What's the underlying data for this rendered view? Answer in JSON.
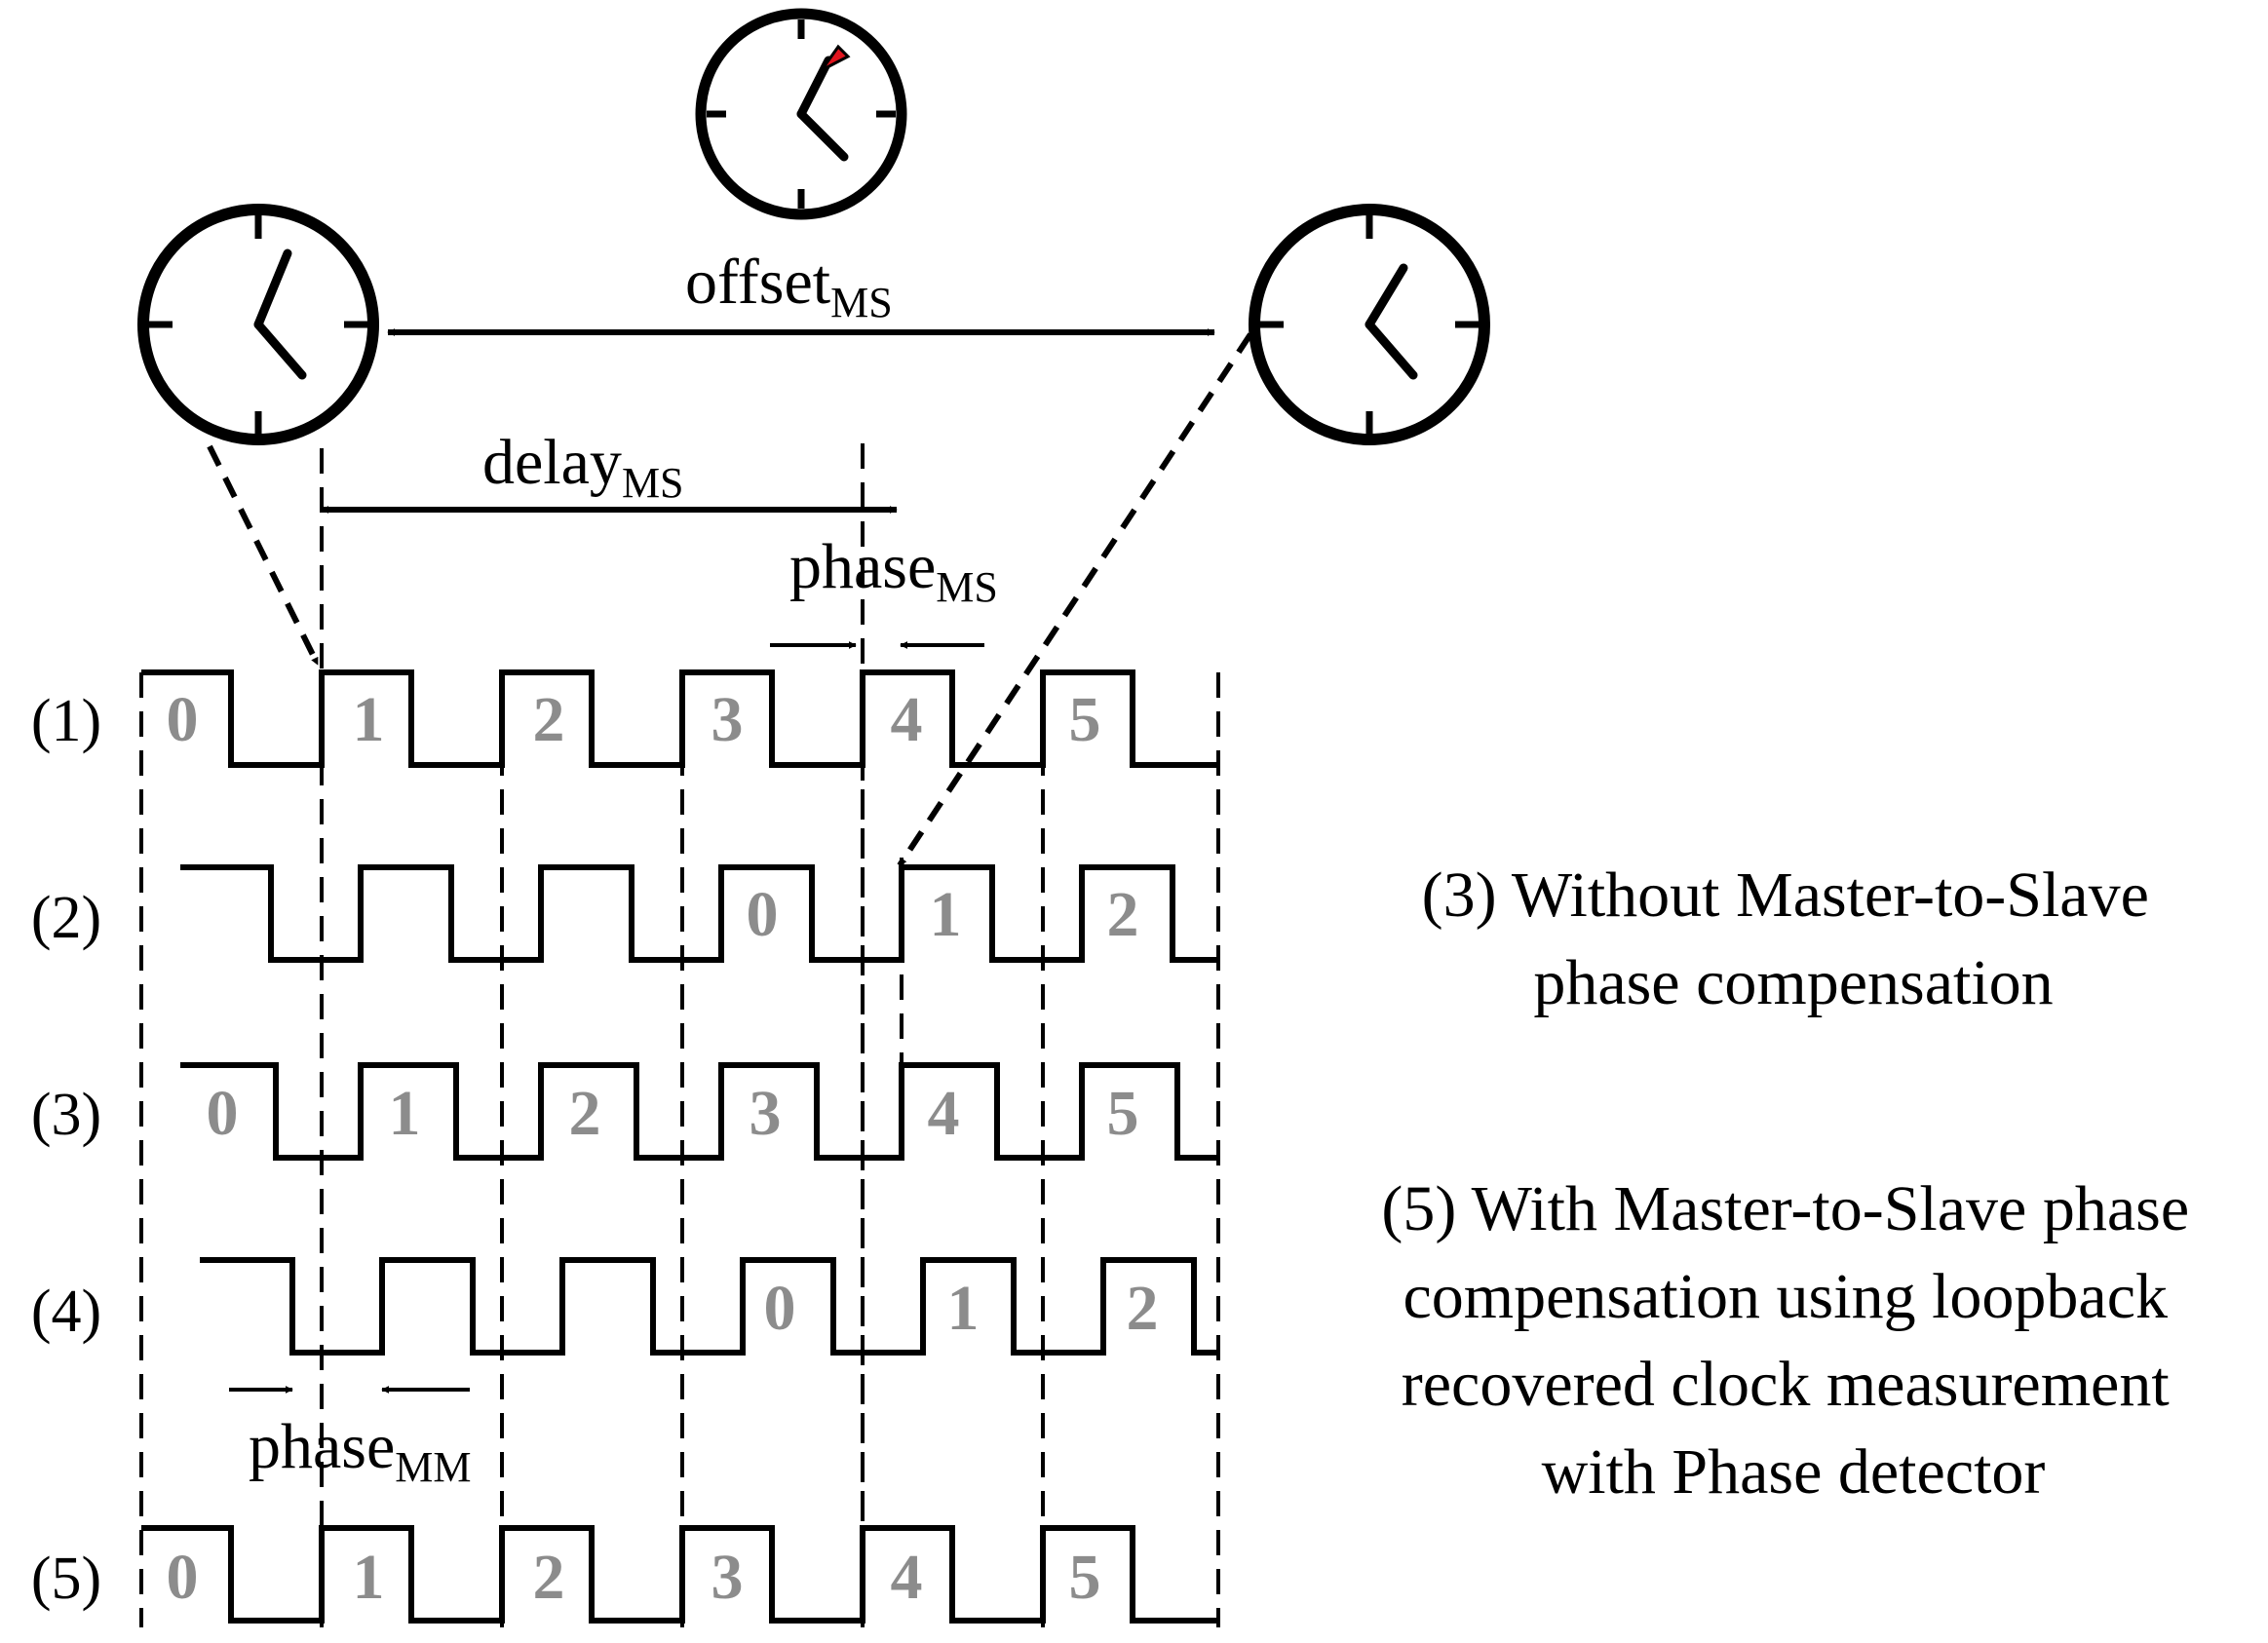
{
  "labels": {
    "offset": {
      "main": "offset",
      "sub": "MS"
    },
    "delay": {
      "main": "delay",
      "sub": "MS"
    },
    "phase_ms": {
      "main": "phase",
      "sub": "MS"
    },
    "phase_mm": {
      "main": "phase",
      "sub": "MM"
    }
  },
  "captions": {
    "caption3": [
      "(3) Without Master-to-Slave",
      "phase compensation"
    ],
    "caption5": [
      "(5) With Master-to-Slave phase",
      "compensation using loopback",
      "recovered clock measurement",
      "with Phase detector"
    ]
  },
  "signals": [
    {
      "label": "(1)",
      "numbers": [
        "0",
        "1",
        "2",
        "3",
        "4",
        "5"
      ]
    },
    {
      "label": "(2)",
      "numbers": [
        "0",
        "1",
        "2"
      ]
    },
    {
      "label": "(3)",
      "numbers": [
        "0",
        "1",
        "2",
        "3",
        "4",
        "5"
      ]
    },
    {
      "label": "(4)",
      "numbers": [
        "0",
        "1",
        "2"
      ]
    },
    {
      "label": "(5)",
      "numbers": [
        "0",
        "1",
        "2",
        "3",
        "4",
        "5"
      ]
    }
  ],
  "colors": {
    "line": "#000000",
    "number": "#8c8c8c",
    "clock_hand_accent": "#e0141e"
  },
  "icons": {
    "master_clock": "clock-icon",
    "slave_clock": "clock-icon",
    "reference_clock": "clock-icon"
  }
}
